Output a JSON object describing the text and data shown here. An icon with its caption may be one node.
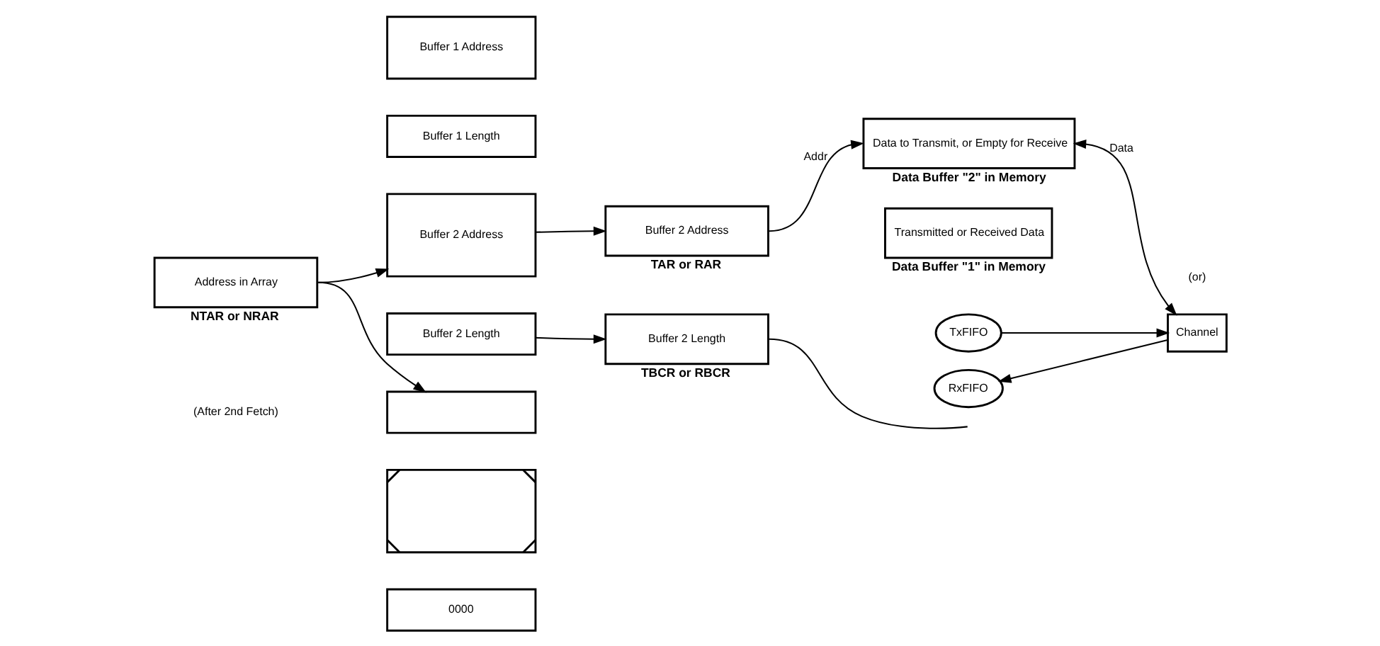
{
  "diagram": {
    "nodes": [
      {
        "text": [
          "Address in Array"
        ],
        "beside": [
          "NTAR or NRAR"
        ]
      },
      {
        "text": [
          "Buffer 1 Address"
        ]
      },
      {
        "text": [
          "Buffer 1 Length"
        ]
      },
      {
        "text": [
          "Buffer 2 Address"
        ]
      },
      {
        "text": [
          "Buffer 2 Length"
        ]
      },
      {
        "text": [],
        "shape": "box"
      },
      {
        "text": [],
        "shape": "box"
      },
      {
        "text": [
          "0000"
        ]
      },
      {
        "text": [
          "Buffer 2 Address"
        ],
        "beside": [
          "TAR or RAR"
        ]
      },
      {
        "text": [
          "Buffer 2 Length"
        ],
        "beside": [
          "TBCR or RBCR"
        ]
      },
      {
        "text": [
          "Transmitted or Received Data"
        ],
        "beside": [
          "Data Buffer \"1\" in Memory"
        ]
      },
      {
        "text": [
          "TxFIFO"
        ]
      },
      {
        "text": [
          "RxFIFO"
        ]
      },
      {
        "text": [
          "Channel"
        ]
      },
      {
        "text": [
          "Data to Transmit, or Empty for Receive"
        ],
        "beside": [
          "Data Buffer \"2\" in Memory"
        ]
      }
    ],
    "edges": [
      {
        "from": 0,
        "to": 3,
        "arrow": "to"
      },
      {
        "from": 0,
        "to": 5,
        "arrow": "to"
      },
      {
        "from": 3,
        "to": 8,
        "arrow": "to"
      },
      {
        "from": 4,
        "to": 9,
        "arrow": "to"
      },
      {
        "from": 8,
        "to": 14,
        "arrow": "to",
        "label": "Addr"
      },
      {
        "from": 11,
        "to": 13,
        "arrow": "to"
      },
      {
        "from": 13,
        "to": 12,
        "arrow": "to"
      },
      {
        "from": 13,
        "to": 14,
        "arrow": "both",
        "label": "Data"
      },
      {
        "from": 9,
        "to": null,
        "arrow": "none"
      }
    ],
    "labels": [
      "(or)",
      "(After 2nd Fetch)"
    ]
  }
}
